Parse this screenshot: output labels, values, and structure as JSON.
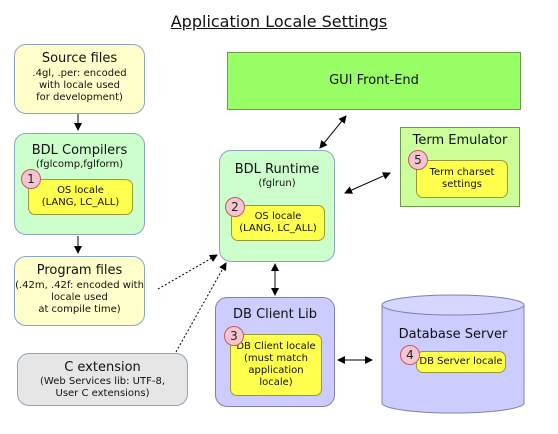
{
  "title": "Application Locale Settings",
  "nodes": {
    "source_files": {
      "title": "Source files",
      "desc": ".4gl, .per: encoded\nwith locale used\nfor development)"
    },
    "bdl_compilers": {
      "title": "BDL Compilers",
      "desc": "(fglcomp,fglform)",
      "inner": "OS locale\n(LANG, LC_ALL)",
      "badge": "1"
    },
    "program_files": {
      "title": "Program files",
      "desc": "(.42m, .42f: encoded with\nlocale used\nat compile time)"
    },
    "c_extension": {
      "title": "C extension",
      "desc": "(Web Services lib: UTF-8,\nUser C extensions)"
    },
    "gui_frontend": {
      "title": "GUI Front-End"
    },
    "bdl_runtime": {
      "title": "BDL Runtime",
      "desc": "(fglrun)",
      "inner": "OS locale\n(LANG, LC_ALL)",
      "badge": "2"
    },
    "term_emulator": {
      "title": "Term Emulator",
      "inner": "Term charset\nsettings",
      "badge": "5"
    },
    "db_client_lib": {
      "title": "DB Client Lib",
      "inner": "DB Client locale\n(must match\napplication locale)",
      "badge": "3"
    },
    "database_server": {
      "title": "Database Server",
      "inner": "DB Server locale",
      "badge": "4"
    }
  },
  "colors": {
    "source": "#ffffcc",
    "compiler": "#ccffcc",
    "runtime": "#ccffcc",
    "gui": "#99ff66",
    "term": "#ccff99",
    "db_client": "#ccccff",
    "db_server": "#ccccff",
    "c_ext": "#e6e6e6",
    "inner": "#ffff4d",
    "badge": "#f6c6cf"
  },
  "icons": [
    "badge-circle-icon",
    "arrow-icon",
    "cylinder-shape"
  ]
}
